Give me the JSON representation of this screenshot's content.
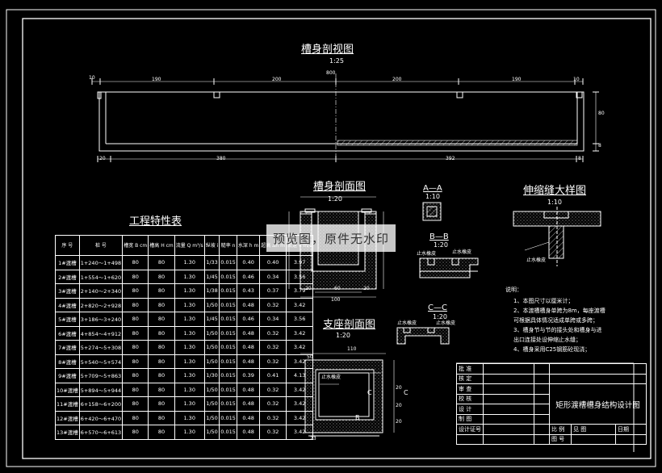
{
  "views": {
    "longitudinal": {
      "title": "槽身剖视图",
      "scale": "1:25",
      "dims_top": [
        "10",
        "190",
        "200",
        "200",
        "190",
        "10"
      ],
      "dim_total": "800",
      "dims_bottom": [
        "20",
        "380",
        "392",
        "8"
      ],
      "dim_right": [
        "80",
        "8"
      ]
    },
    "cross": {
      "title": "槽身剖面图",
      "scale": "1:20",
      "dims": [
        "100",
        "60",
        "20",
        "20"
      ]
    },
    "aa": {
      "title": "A—A",
      "scale": "1:10"
    },
    "bb": {
      "title": "B—B",
      "scale": "1:20",
      "labels": [
        "止水橡皮",
        "止水橡皮"
      ]
    },
    "cc": {
      "title": "C—C",
      "scale": "1:20",
      "labels": [
        "止水橡皮",
        "止水橡皮"
      ]
    },
    "joint": {
      "title": "伸缩缝大样图",
      "scale": "1:10",
      "labels": [
        "止水橡皮"
      ]
    },
    "support": {
      "title": "支座剖面图",
      "scale": "1:20",
      "dims": [
        "110",
        "50",
        "20",
        "20",
        "20",
        "23"
      ],
      "marks": [
        "C",
        "C",
        "B"
      ],
      "label": "止水橡皮"
    }
  },
  "spec_table": {
    "title": "工程特性表",
    "headers": [
      "序 号",
      "桩 号",
      "槽宽 B cm",
      "槽高 H cm",
      "流量 Q m³/s",
      "纵坡 i",
      "糙率 n",
      "水深 h m",
      "超高 Δh m",
      "流速 v m/s"
    ],
    "rows": [
      [
        "1#渡槽",
        "1+240～1+498",
        "80",
        "80",
        "1.30",
        "1/33",
        "0.015",
        "0.40",
        "0.40",
        "3.97"
      ],
      [
        "2#渡槽",
        "1+554～1+620",
        "80",
        "80",
        "1.30",
        "1/45",
        "0.015",
        "0.46",
        "0.34",
        "3.56"
      ],
      [
        "3#渡槽",
        "2+140～2+340",
        "80",
        "80",
        "1.30",
        "1/38",
        "0.015",
        "0.43",
        "0.37",
        "3.79"
      ],
      [
        "4#渡槽",
        "2+820～2+928",
        "80",
        "80",
        "1.30",
        "1/50",
        "0.015",
        "0.48",
        "0.32",
        "3.42"
      ],
      [
        "5#渡槽",
        "3+186～3+240",
        "80",
        "80",
        "1.30",
        "1/45",
        "0.015",
        "0.46",
        "0.34",
        "3.56"
      ],
      [
        "6#渡槽",
        "4+854～4+912",
        "80",
        "80",
        "1.30",
        "1/50",
        "0.015",
        "0.48",
        "0.32",
        "3.42"
      ],
      [
        "7#渡槽",
        "5+274～5+308",
        "80",
        "80",
        "1.30",
        "1/50",
        "0.015",
        "0.48",
        "0.32",
        "3.42"
      ],
      [
        "8#渡槽",
        "5+540～5+574",
        "80",
        "80",
        "1.30",
        "1/50",
        "0.015",
        "0.48",
        "0.32",
        "3.42"
      ],
      [
        "9#渡槽",
        "5+709～5+863",
        "80",
        "80",
        "1.30",
        "1/30",
        "0.015",
        "0.39",
        "0.41",
        "4.13"
      ],
      [
        "10#渡槽",
        "5+894～5+944",
        "80",
        "80",
        "1.30",
        "1/50",
        "0.015",
        "0.48",
        "0.32",
        "3.42"
      ],
      [
        "11#渡槽",
        "6+158～6+200",
        "80",
        "80",
        "1.30",
        "1/50",
        "0.015",
        "0.48",
        "0.32",
        "3.42"
      ],
      [
        "12#渡槽",
        "6+420～6+470",
        "80",
        "80",
        "1.30",
        "1/50",
        "0.015",
        "0.48",
        "0.32",
        "3.42"
      ],
      [
        "13#渡槽",
        "6+570～6+613",
        "80",
        "80",
        "1.30",
        "1/50",
        "0.015",
        "0.48",
        "0.32",
        "3.42"
      ]
    ]
  },
  "notes": {
    "title": "说明：",
    "items": [
      "1、本图尺寸以厘米计；",
      "2、本渡槽槽身单跨为8m，每座渡槽",
      "可根据具体情况适成单跨或多跨；",
      "3、槽身节与节的接头处和槽身与进",
      "出口连接处设伸缩止水缝；",
      "4、槽身采用C25钢筋砼现浇；"
    ]
  },
  "title_block": {
    "rows": [
      "批 准",
      "核 定",
      "审 查",
      "校 核",
      "设 计",
      "制 图",
      "设计证号"
    ],
    "drawing_title": "矩形渡槽槽身结构设计图",
    "scale_label": "比 例",
    "scale_value": "见 图",
    "date_label": "日期",
    "drawing_no_label": "图 号"
  },
  "watermark": "预览图，原件无水印"
}
